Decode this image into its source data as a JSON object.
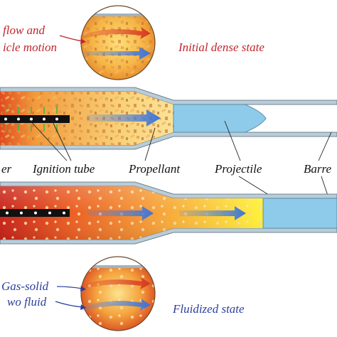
{
  "diagram": {
    "top_inset": {
      "caption_lines": [
        "flow and",
        "icle motion"
      ],
      "state_label": "Initial dense state"
    },
    "labels": {
      "igniter": "er",
      "ignition_tube": "Ignition tube",
      "propellant": "Propellant",
      "projectile": "Projectile",
      "barrel": "Barre"
    },
    "bottom_inset": {
      "caption_lines": [
        "Gas-solid",
        "wo fluid"
      ],
      "state_label": "Fluidized state"
    },
    "colors": {
      "label_red": "#c0262c",
      "label_blue": "#2b3f9c",
      "projectile": "#8ecbea",
      "arrow_blue": "#4a86e8",
      "arrow_red": "#e0452a",
      "barrel_wall": "#b9ccd8"
    }
  }
}
